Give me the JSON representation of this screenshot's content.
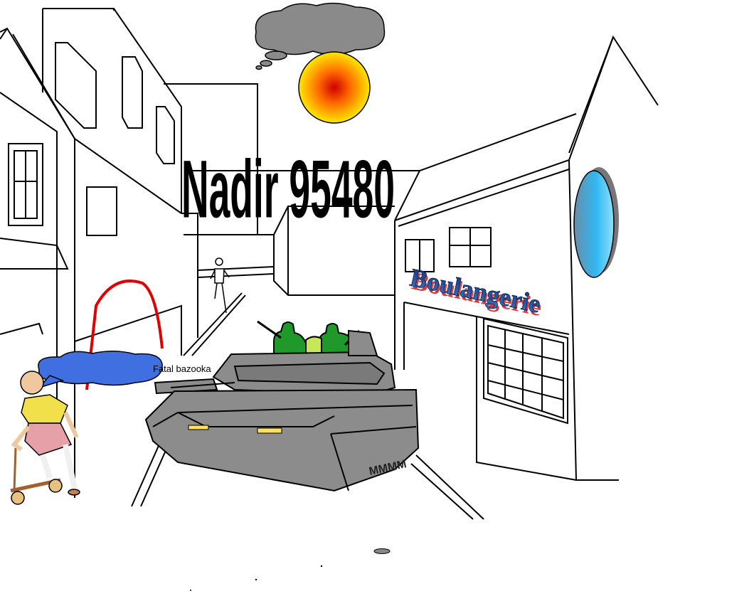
{
  "title": "Nadir 95480",
  "shop_sign": "Boulangerie",
  "speech": "Fatal bazooka",
  "tank_marking": "MMMM",
  "colors": {
    "line": "#000000",
    "tank": "#8c8c8c",
    "tank_dark": "#6a6a6a",
    "soldier": "#1f9a2a",
    "bubble": "#3f6fe0",
    "cloud": "#8a8a8a",
    "sun_outer": "#ffe000",
    "sun_inner": "#e00000",
    "arch": "#e00000",
    "sign_fill": "#1f3f8f",
    "window_blue": "#30b8f0"
  },
  "icons": {
    "cloud": "cloud-icon",
    "sun": "sun-icon",
    "tank": "tank-icon"
  }
}
